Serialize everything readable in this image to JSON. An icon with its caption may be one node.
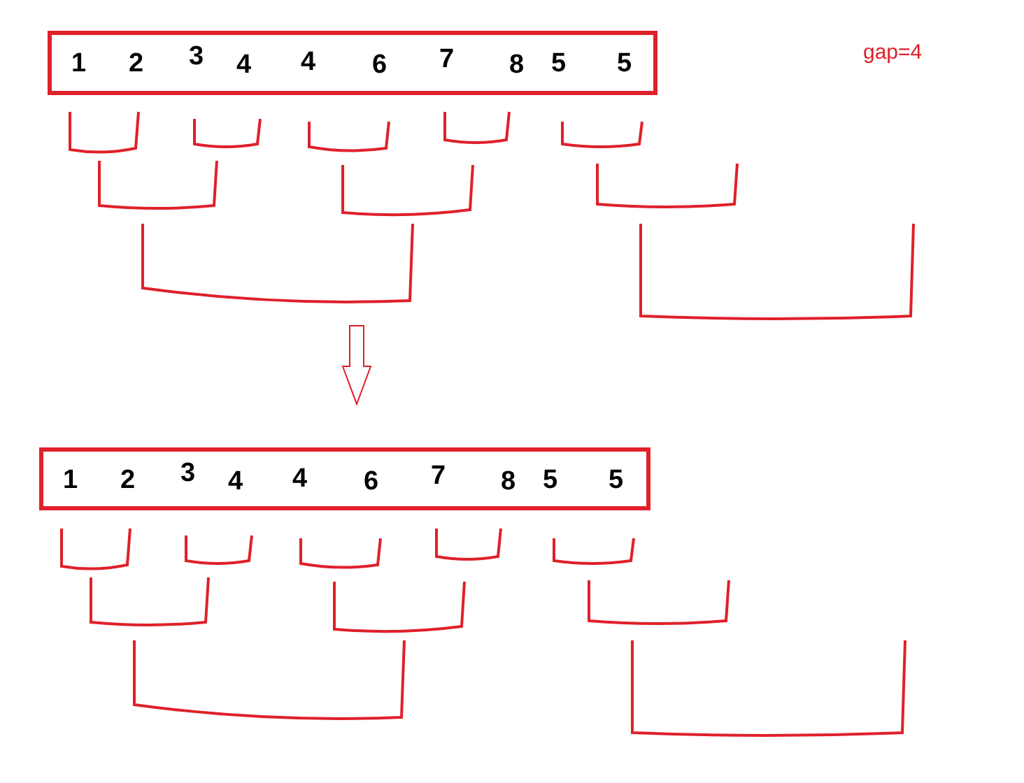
{
  "diagram": {
    "nodes": [
      {
        "text": [
          "1",
          "2",
          "3",
          "4",
          "4",
          "6",
          "7",
          "8",
          "5",
          "5"
        ]
      },
      {
        "text": [
          "1",
          "2",
          "3",
          "4",
          "4",
          "6",
          "7",
          "8",
          "5",
          "5"
        ]
      }
    ],
    "edges": [
      {
        "from": 0,
        "to": 1,
        "arrow": "to"
      }
    ],
    "labels": [
      "gap=4"
    ]
  }
}
